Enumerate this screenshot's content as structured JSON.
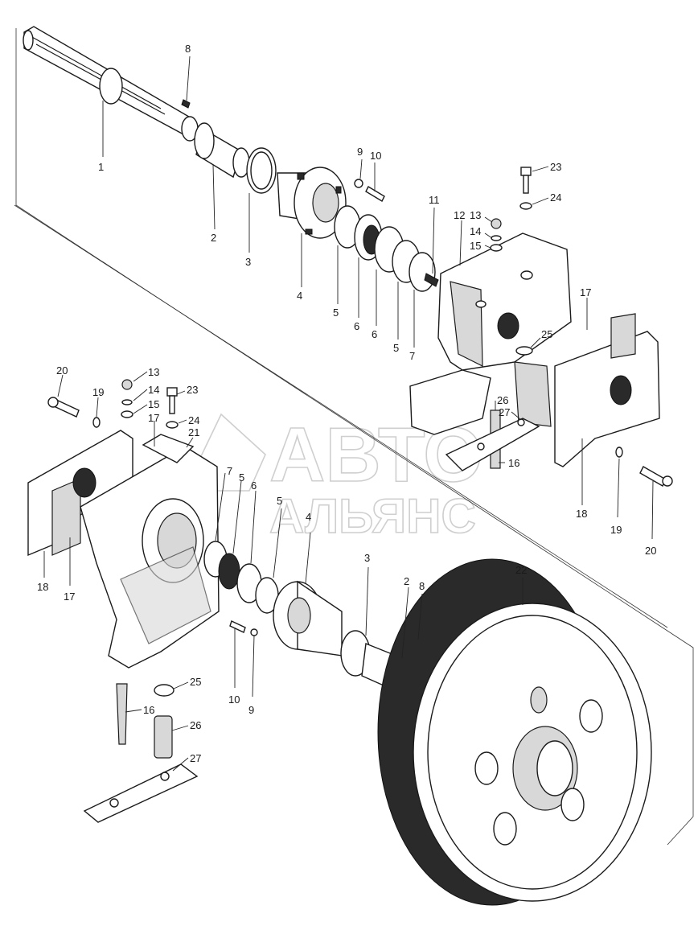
{
  "watermark": {
    "line1": "АВТО",
    "line2": "АЛЬЯНС"
  },
  "callouts": {
    "top_shaft": "1",
    "top_bushing": "2",
    "top_oring": "3",
    "top_hub": "4",
    "top_ring5a": "5",
    "top_ring6a": "6",
    "top_ring6b": "6",
    "top_ring5b": "5",
    "top_ring7": "7",
    "top_key8": "8",
    "top_nut9": "9",
    "top_bolt10": "10",
    "top_plug11": "11",
    "top_housing12": "12",
    "top_nut13": "13",
    "top_washer14": "14",
    "top_washer15": "15",
    "top_bolt23": "23",
    "top_washer24": "24",
    "right_shims17": "17",
    "right_pad25": "25",
    "right_sleeve26": "26",
    "right_plate27": "27",
    "right_stud16": "16",
    "right_bracket18": "18",
    "right_washer19": "19",
    "right_bolt20": "20",
    "left_bolt20": "20",
    "left_washer19": "19",
    "left_nut13": "13",
    "left_washer14": "14",
    "left_washer15": "15",
    "left_bolt23": "23",
    "left_washer24": "24",
    "left_shims17a": "17",
    "left_bracket21": "21",
    "left_ring7": "7",
    "left_ring5a": "5",
    "left_ring6": "6",
    "left_ring5b": "5",
    "left_hub4": "4",
    "left_oring3": "3",
    "left_bushing2": "2",
    "left_key8": "8",
    "left_wheel22": "22",
    "left_bracket18": "18",
    "left_shims17b": "17",
    "left_bolt10": "10",
    "left_nut9": "9",
    "left_pad25": "25",
    "left_stud16": "16",
    "left_sleeve26": "26",
    "left_plate27": "27"
  }
}
